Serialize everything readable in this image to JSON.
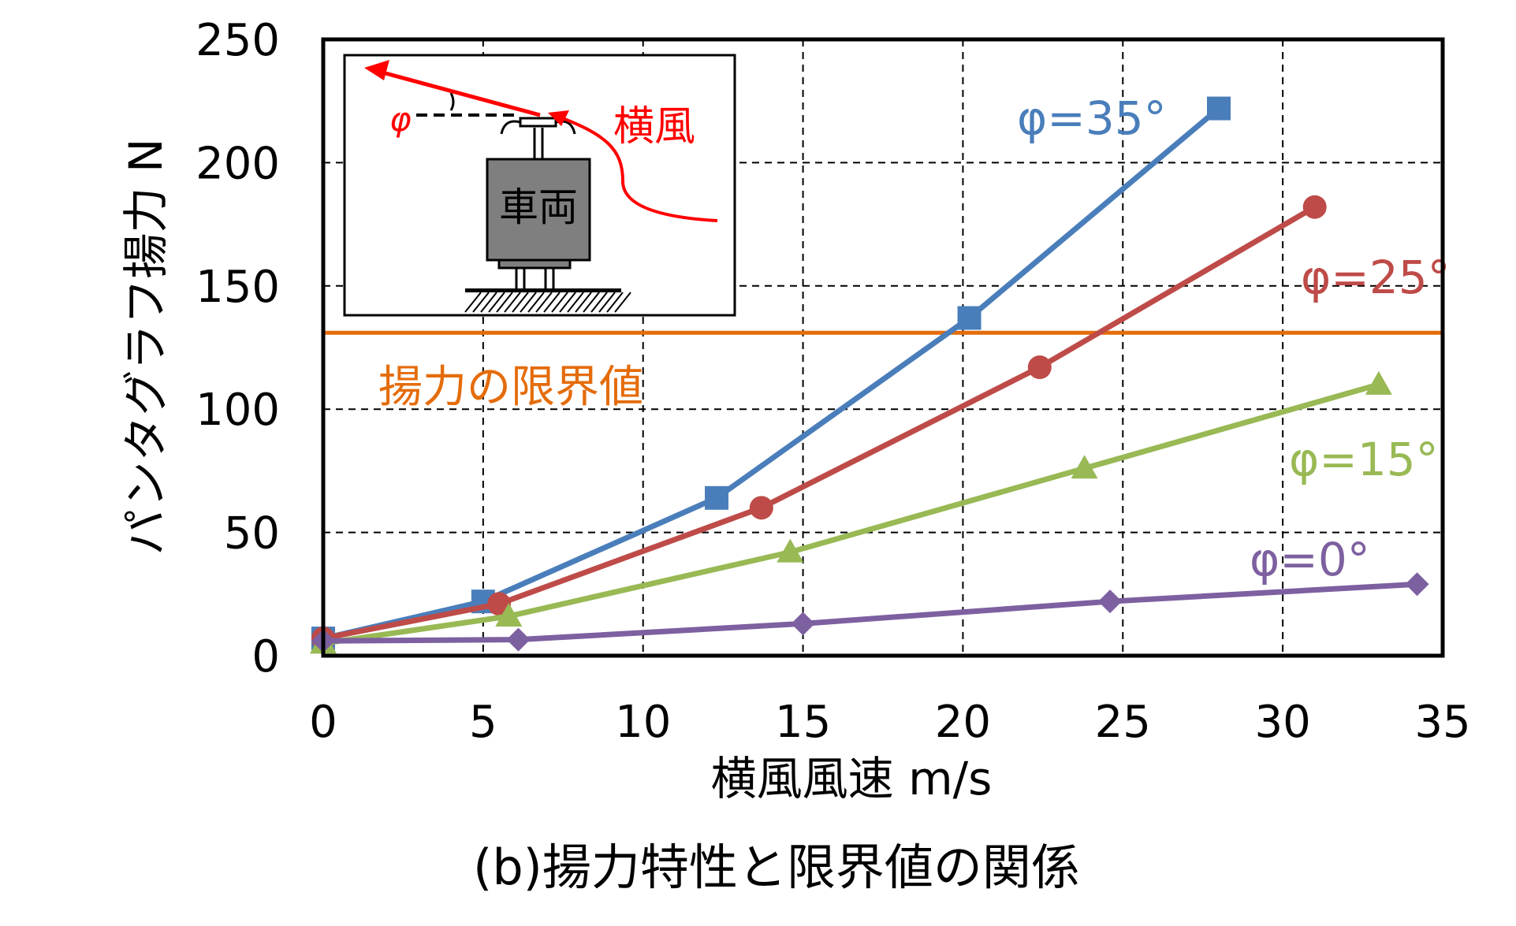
{
  "chart_data": {
    "type": "line",
    "ylabel": "パンタグラフ揚力 N",
    "xlabel": "横風風速 m/s",
    "caption": "(b)揚力特性と限界値の関係",
    "xlim": [
      0,
      35
    ],
    "ylim": [
      0,
      250
    ],
    "xticks": [
      0,
      5,
      10,
      15,
      20,
      25,
      30,
      35
    ],
    "yticks": [
      0,
      50,
      100,
      150,
      200,
      250
    ],
    "grid": "dashed",
    "series": [
      {
        "name": "φ=35°",
        "marker": "square",
        "color": "#4a7ebb",
        "x": [
          0,
          5,
          12.3,
          20.2,
          28
        ],
        "y": [
          7,
          22,
          64,
          137,
          222
        ]
      },
      {
        "name": "φ=25°",
        "marker": "circle",
        "color": "#be4b48",
        "x": [
          0,
          5.5,
          13.7,
          22.4,
          31
        ],
        "y": [
          7,
          21,
          60,
          117,
          182
        ]
      },
      {
        "name": "φ=15°",
        "marker": "triangle",
        "color": "#98b954",
        "x": [
          0,
          5.8,
          14.6,
          23.8,
          33
        ],
        "y": [
          5,
          16,
          42,
          76,
          110
        ]
      },
      {
        "name": "φ=0°",
        "marker": "diamond",
        "color": "#7d60a0",
        "x": [
          0,
          6.1,
          15,
          24.6,
          34.2
        ],
        "y": [
          6,
          6.5,
          13,
          22,
          29
        ]
      }
    ],
    "threshold": {
      "label": "揚力の限界値",
      "value": 131,
      "color": "#e46c0a"
    },
    "inset": {
      "wind_label": "横風",
      "angle_label": "φ",
      "vehicle_label": "車両",
      "arrow_color": "#ff0000"
    }
  }
}
